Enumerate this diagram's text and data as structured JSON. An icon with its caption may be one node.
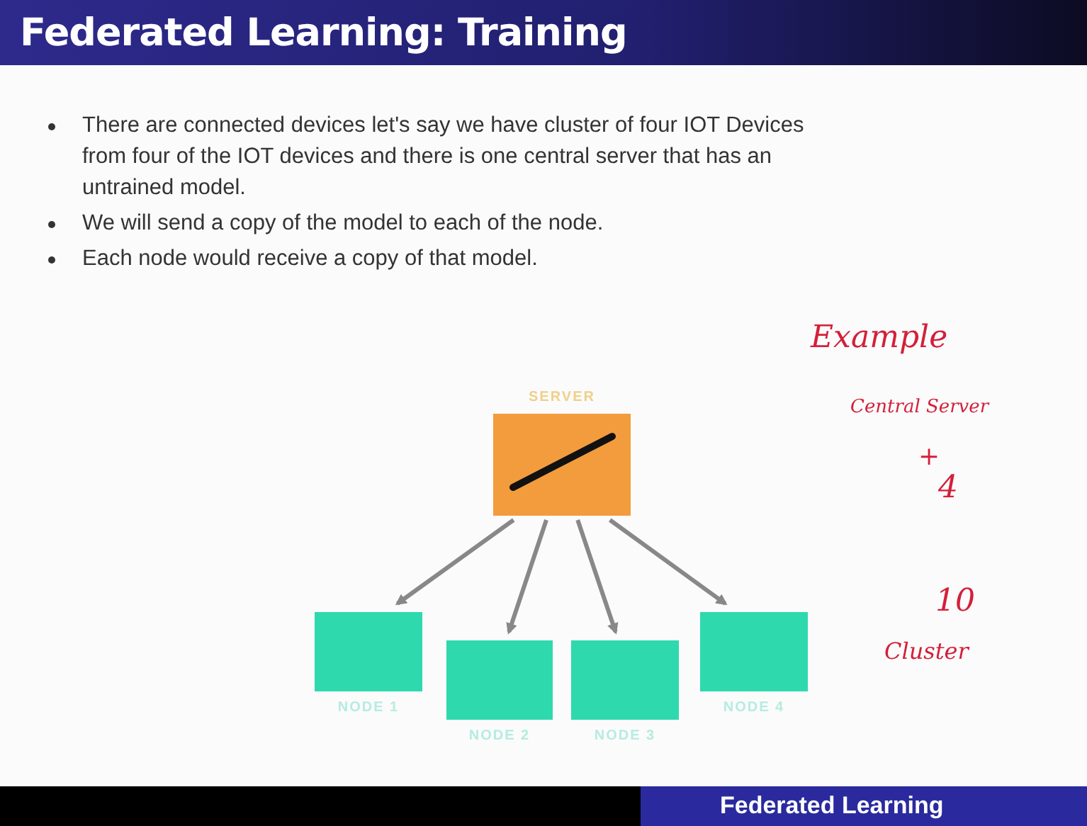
{
  "diagram": {
    "title": "Federated Learning: Training",
    "nodes": [
      {
        "text": [
          "SERVER"
        ]
      },
      {
        "text": [
          "NODE 1"
        ]
      },
      {
        "text": [
          "NODE 2"
        ]
      },
      {
        "text": [
          "NODE 3"
        ]
      },
      {
        "text": [
          "NODE 4"
        ]
      }
    ],
    "edges": [
      {
        "from": 0,
        "to": 1,
        "arrow": "to"
      },
      {
        "from": 0,
        "to": 2,
        "arrow": "to"
      },
      {
        "from": 0,
        "to": 3,
        "arrow": "to"
      },
      {
        "from": 0,
        "to": 4,
        "arrow": "to"
      }
    ],
    "labels": [
      "There are connected devices let's say we have cluster of four IOT Devices from four of the IOT devices and there is one central server that has an untrained model.",
      "We will send a copy of the model to each of the node.",
      "Each node would receive a copy of that model.",
      "Example",
      "Central Server",
      "+",
      "4",
      "10",
      "Cluster",
      "Federated Learning"
    ]
  }
}
